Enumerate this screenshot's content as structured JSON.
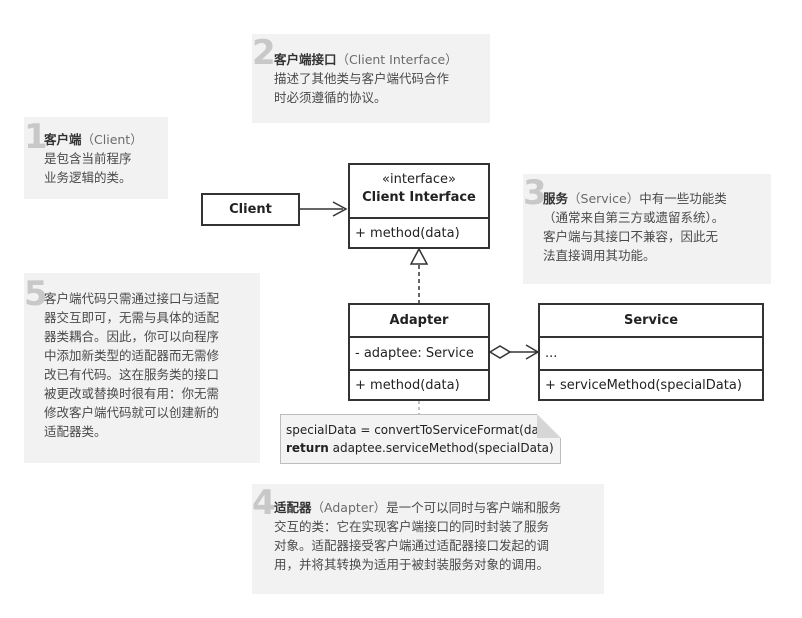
{
  "notes": {
    "n1": {
      "num": "1",
      "title": "客户端",
      "title_en": "（Client）",
      "lines": [
        "是包含当前程序",
        "业务逻辑的类。"
      ]
    },
    "n2": {
      "num": "2",
      "title": "客户端接口",
      "title_en": "（Client Interface）",
      "lines": [
        "描述了其他类与客户端代码合作",
        "时必须遵循的协议。"
      ]
    },
    "n3": {
      "num": "3",
      "title": "服务",
      "title_en": "（Service）",
      "title_rest": "中有一些功能类",
      "lines": [
        "（通常来自第三方或遗留系统）。",
        "客户端与其接口不兼容，因此无",
        "法直接调用其功能。"
      ]
    },
    "n4": {
      "num": "4",
      "title": "适配器",
      "title_en": "（Adapter）",
      "title_rest": "是一个可以同时与客户端和服务",
      "lines": [
        "交互的类：它在实现客户端接口的同时封装了服务",
        "对象。适配器接受客户端通过适配器接口发起的调",
        "用，并将其转换为适用于被封装服务对象的调用。"
      ]
    },
    "n5": {
      "num": "5",
      "lines": [
        "客户端代码只需通过接口与适配",
        "器交互即可，无需与具体的适配",
        "器类耦合。因此，你可以向程序",
        "中添加新类型的适配器而无需修",
        "改已有代码。这在服务类的接口",
        "被更改或替换时很有用：你无需",
        "修改客户端代码就可以创建新的",
        "适配器类。"
      ]
    }
  },
  "classes": {
    "client": {
      "name": "Client"
    },
    "iface": {
      "stereotype": "«interface»",
      "name": "Client Interface",
      "method": "+ method(data)"
    },
    "adapter": {
      "name": "Adapter",
      "field": "- adaptee: Service",
      "method": "+ method(data)"
    },
    "service": {
      "name": "Service",
      "field": "...",
      "method": "+ serviceMethod(specialData)"
    }
  },
  "code": {
    "line1": "specialData = convertToServiceFormat(data)",
    "keyword": "return",
    "line2_rest": " adaptee.serviceMethod(specialData)"
  }
}
